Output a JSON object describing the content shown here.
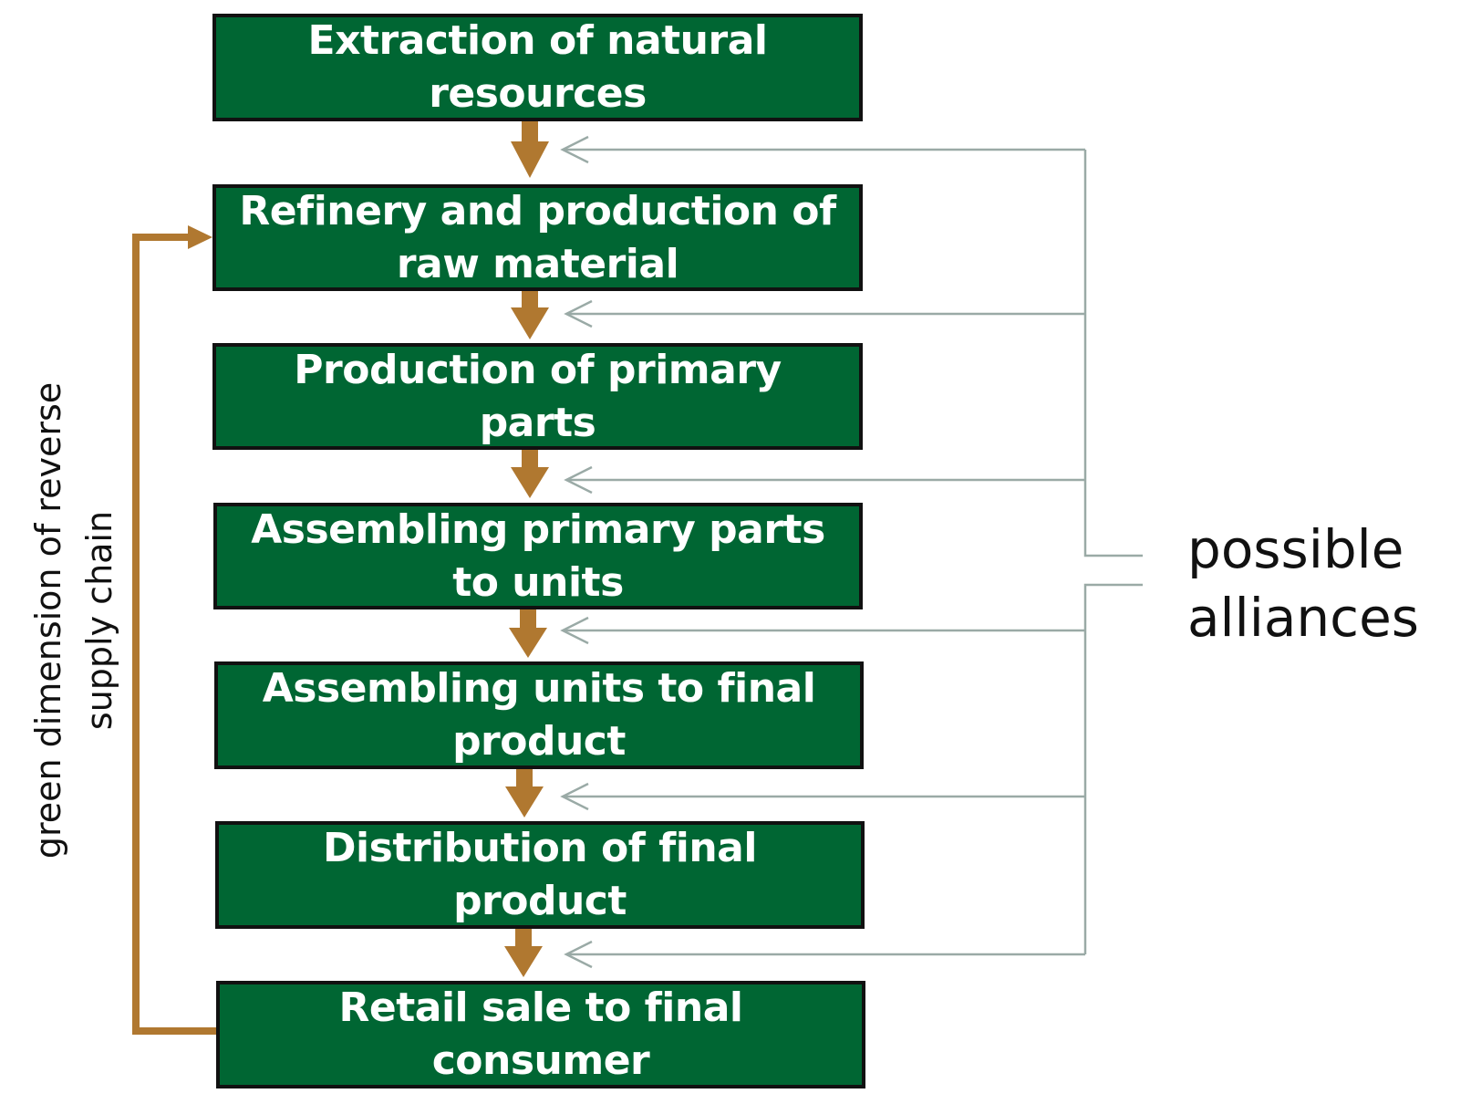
{
  "colors": {
    "stage_fill": "#006633",
    "stage_border": "#111111",
    "stage_text": "#ffffff",
    "flow_arrow": "#b07830",
    "alliance_line": "#9aaaa6",
    "label_text": "#111111"
  },
  "stages": [
    {
      "line1": "Extraction of natural",
      "line2": "resources"
    },
    {
      "line1": "Refinery and production of",
      "line2": "raw material"
    },
    {
      "line1": "Production of primary",
      "line2": "parts"
    },
    {
      "line1": "Assembling primary parts",
      "line2": "to units"
    },
    {
      "line1": "Assembling units to final",
      "line2": "product"
    },
    {
      "line1": "Distribution of final",
      "line2": "product"
    },
    {
      "line1": "Retail sale to final",
      "line2": "consumer"
    }
  ],
  "alliances": {
    "line1": "possible",
    "line2": "alliances"
  },
  "reverse_chain": {
    "line1": "green dimension of reverse",
    "line2": "supply chain"
  }
}
